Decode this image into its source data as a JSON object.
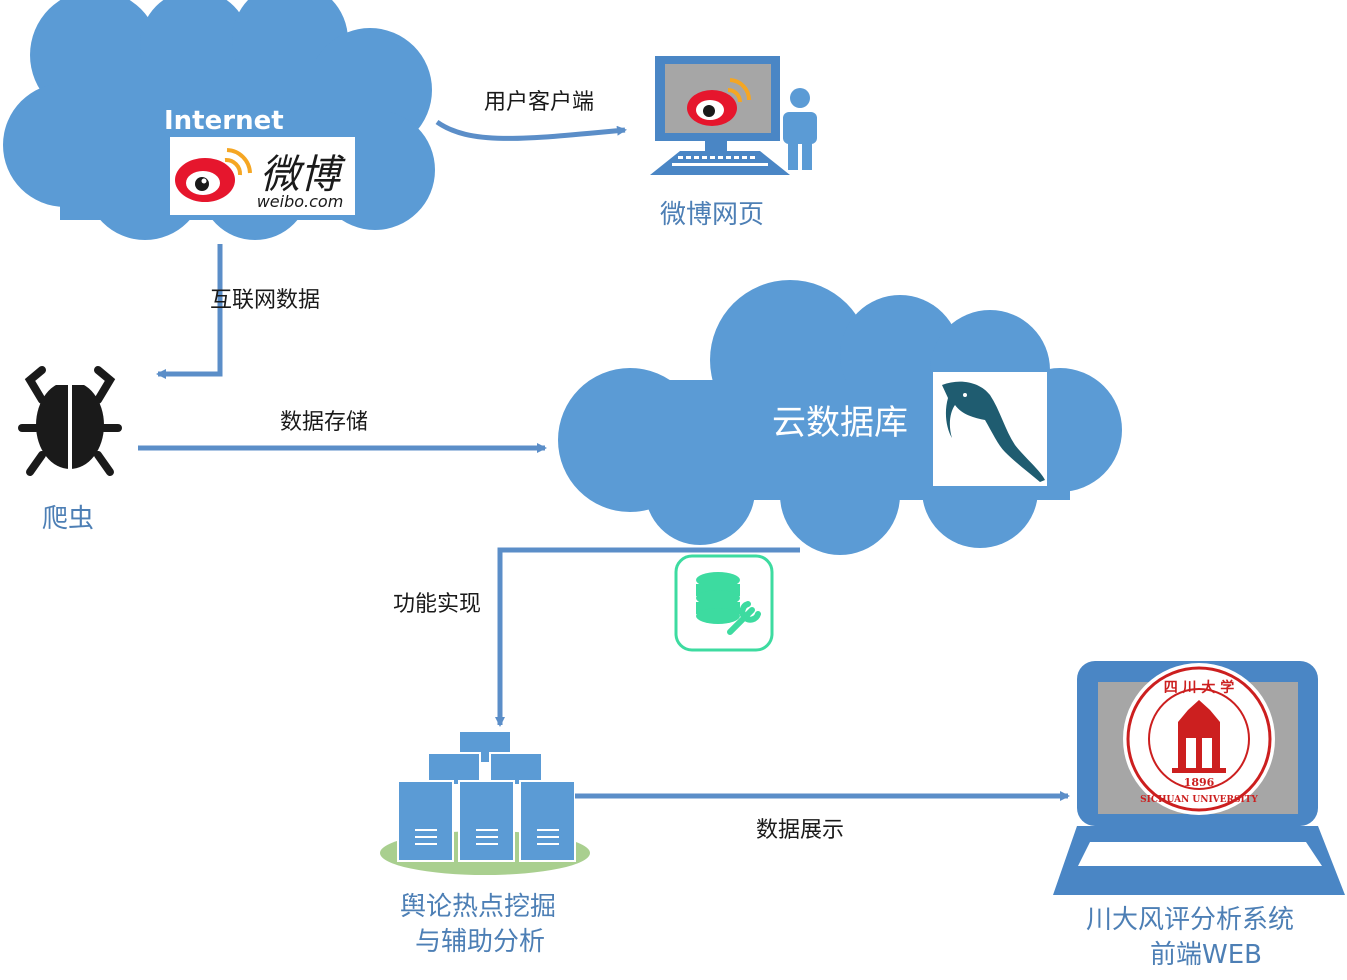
{
  "internet_cloud": {
    "title": "Internet",
    "logo_text": "微博",
    "logo_domain": "weibo.com"
  },
  "edges": {
    "client": "用户客户端",
    "internet_data": "互联网数据",
    "storage": "数据存储",
    "function": "功能实现",
    "display": "数据展示"
  },
  "nodes": {
    "web": "微博网页",
    "crawler": "爬虫",
    "cloud_db": "云数据库",
    "analysis_line1": "舆论热点挖掘",
    "analysis_line2": "与辅助分析",
    "frontend_line1": "川大风评分析系统",
    "frontend_line2": "前端WEB"
  },
  "seal": {
    "top_text": "四 川 大 学",
    "bottom_text": "SICHUAN UNIVERSITY",
    "year": "1896"
  },
  "colors": {
    "cloud": "#5b9bd5",
    "arrow": "#5b8ec8",
    "monitor": "#4a86c5",
    "label_blue": "#4d7fb5",
    "weibo_red": "#e6162d",
    "weibo_orange": "#f5a623",
    "seal_red": "#cc1f1f",
    "db_green": "#3ddba0",
    "server_blue": "#5b9bd5",
    "grass": "#a9cf8f"
  }
}
